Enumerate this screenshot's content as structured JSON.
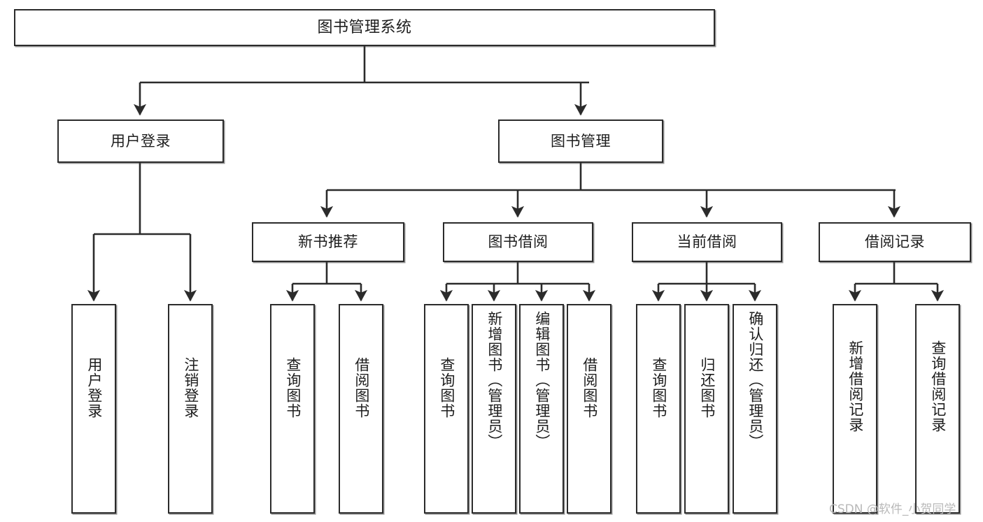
{
  "diagram": {
    "title": "图书管理系统",
    "type": "tree",
    "watermark": "CSDN @软件_小贺同学",
    "stroke_color": "#2b2b2b",
    "fill_color": "#ffffff",
    "text_color": "#1d1d1d",
    "watermark_color": "#b9b9b9"
  },
  "nodes": {
    "root": {
      "label": "图书管理系统"
    },
    "level1": [
      {
        "id": "user-login",
        "label": "用户登录"
      },
      {
        "id": "book-manage",
        "label": "图书管理"
      }
    ],
    "level2": [
      {
        "id": "new-book-recommend",
        "label": "新书推荐"
      },
      {
        "id": "book-borrow",
        "label": "图书借阅"
      },
      {
        "id": "current-borrow",
        "label": "当前借阅"
      },
      {
        "id": "borrow-record",
        "label": "借阅记录"
      }
    ],
    "leaves": {
      "user_login": [
        {
          "id": "leaf-user-login",
          "label": "用户登录"
        },
        {
          "id": "leaf-logout-login",
          "label": "注销登录"
        }
      ],
      "new_book_recommend": [
        {
          "id": "leaf-query-book-1",
          "label": "查询图书"
        },
        {
          "id": "leaf-borrow-book-1",
          "label": "借阅图书"
        }
      ],
      "book_borrow": [
        {
          "id": "leaf-query-book-2",
          "label": "查询图书"
        },
        {
          "id": "leaf-add-book",
          "label": "新增图书（管理员）"
        },
        {
          "id": "leaf-edit-book",
          "label": "编辑图书（管理员）"
        },
        {
          "id": "leaf-borrow-book-2",
          "label": "借阅图书"
        }
      ],
      "current_borrow": [
        {
          "id": "leaf-query-book-3",
          "label": "查询图书"
        },
        {
          "id": "leaf-return-book",
          "label": "归还图书"
        },
        {
          "id": "leaf-confirm-return",
          "label": "确认归还（管理员）"
        }
      ],
      "borrow_record": [
        {
          "id": "leaf-add-record",
          "label": "新增借阅记录"
        },
        {
          "id": "leaf-query-record",
          "label": "查询借阅记录"
        }
      ]
    }
  }
}
